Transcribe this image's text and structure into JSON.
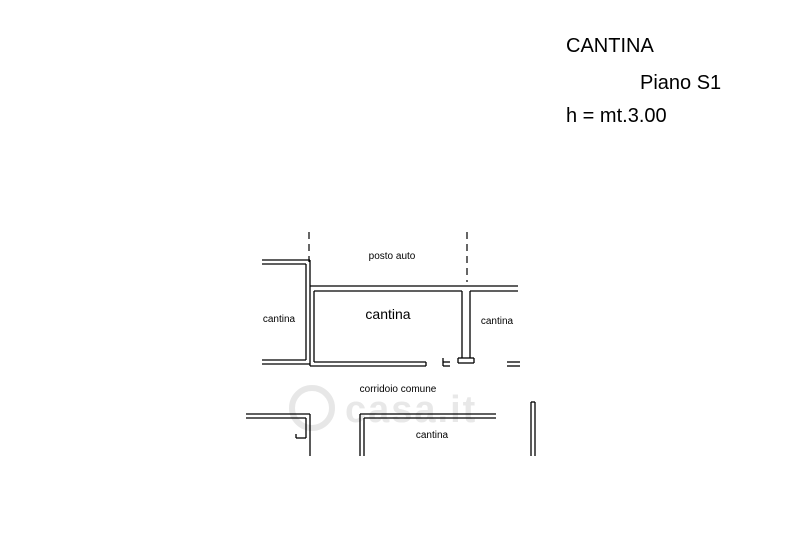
{
  "header": {
    "title": "CANTINA",
    "floor": "Piano S1",
    "height": "h = mt.3.00"
  },
  "rooms": {
    "parking": "posto auto",
    "main_cellar": "cantina",
    "left_cellar": "cantina",
    "right_cellar": "cantina",
    "corridor": "corridoio comune",
    "bottom_cellar": "cantina"
  }
}
